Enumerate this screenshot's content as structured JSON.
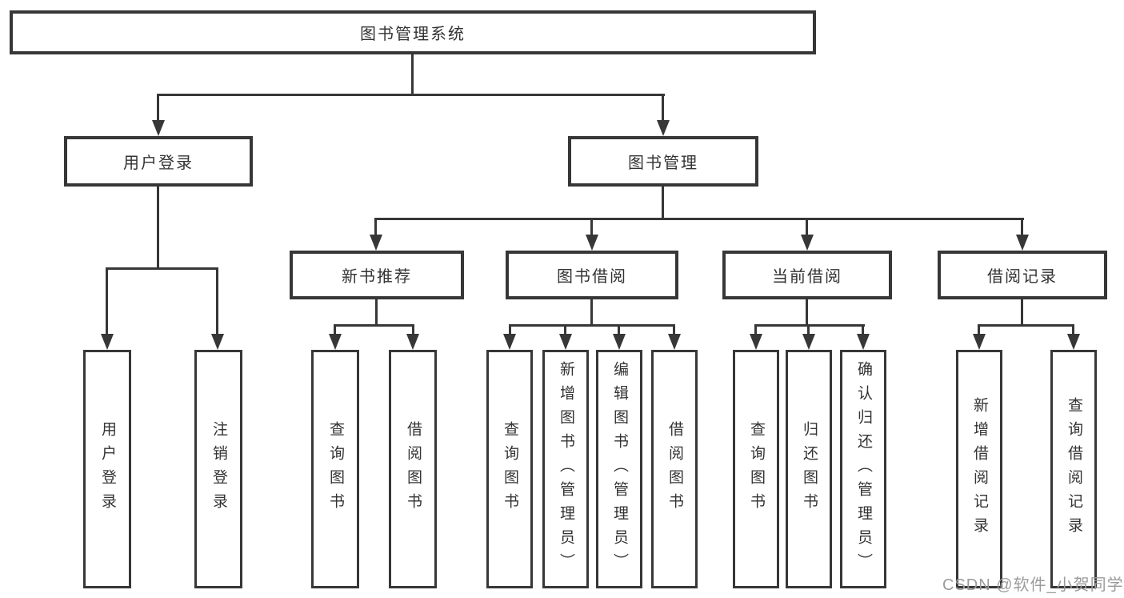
{
  "diagram": {
    "type": "hierarchy-tree",
    "root": {
      "label": "图书管理系统"
    },
    "level2": [
      {
        "label": "用户登录"
      },
      {
        "label": "图书管理"
      }
    ],
    "level3": [
      {
        "label": "新书推荐"
      },
      {
        "label": "图书借阅"
      },
      {
        "label": "当前借阅"
      },
      {
        "label": "借阅记录"
      }
    ],
    "branches": {
      "user_login": [
        "用户登录",
        "注销登录"
      ],
      "new_books": [
        "查询图书",
        "借阅图书"
      ],
      "book_borrow": [
        "查询图书",
        "新增图书（管理员）",
        "编辑图书（管理员）",
        "借阅图书"
      ],
      "current_borrow": [
        "查询图书",
        "归还图书",
        "确认归还（管理员）"
      ],
      "borrow_records": [
        "新增借阅记录",
        "查询借阅记录"
      ]
    }
  },
  "watermark": "CSDN @软件_小贺同学",
  "colors": {
    "line": "#373737",
    "text": "#333333",
    "watermark": "#9b9b9b",
    "background": "#ffffff"
  }
}
